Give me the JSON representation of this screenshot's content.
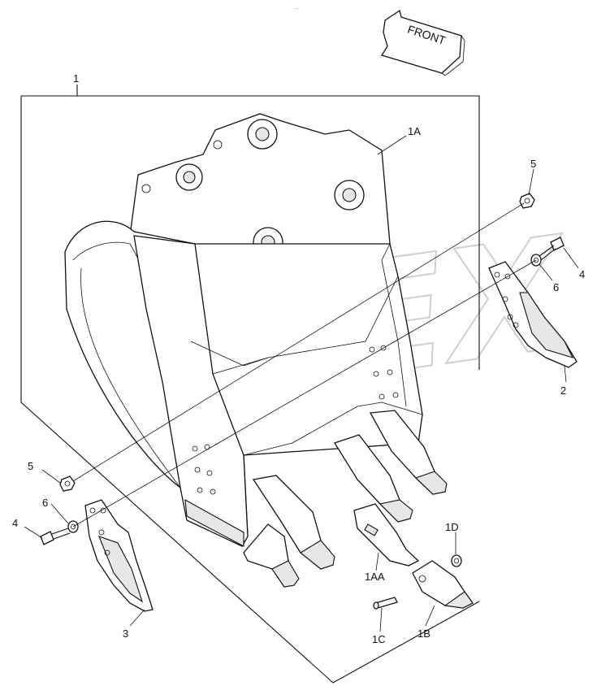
{
  "front_arrow": {
    "text": "FRONT"
  },
  "watermark": {
    "text": "OPEX"
  },
  "top_mark": "···",
  "callouts": {
    "c1": "1",
    "c1A": "1A",
    "c1AA": "1AA",
    "c1B": "1B",
    "c1C": "1C",
    "c1D": "1D",
    "c2": "2",
    "c3": "3",
    "c4r": "4",
    "c4l": "4",
    "c5r": "5",
    "c5l": "5",
    "c6r": "6",
    "c6l": "6"
  }
}
